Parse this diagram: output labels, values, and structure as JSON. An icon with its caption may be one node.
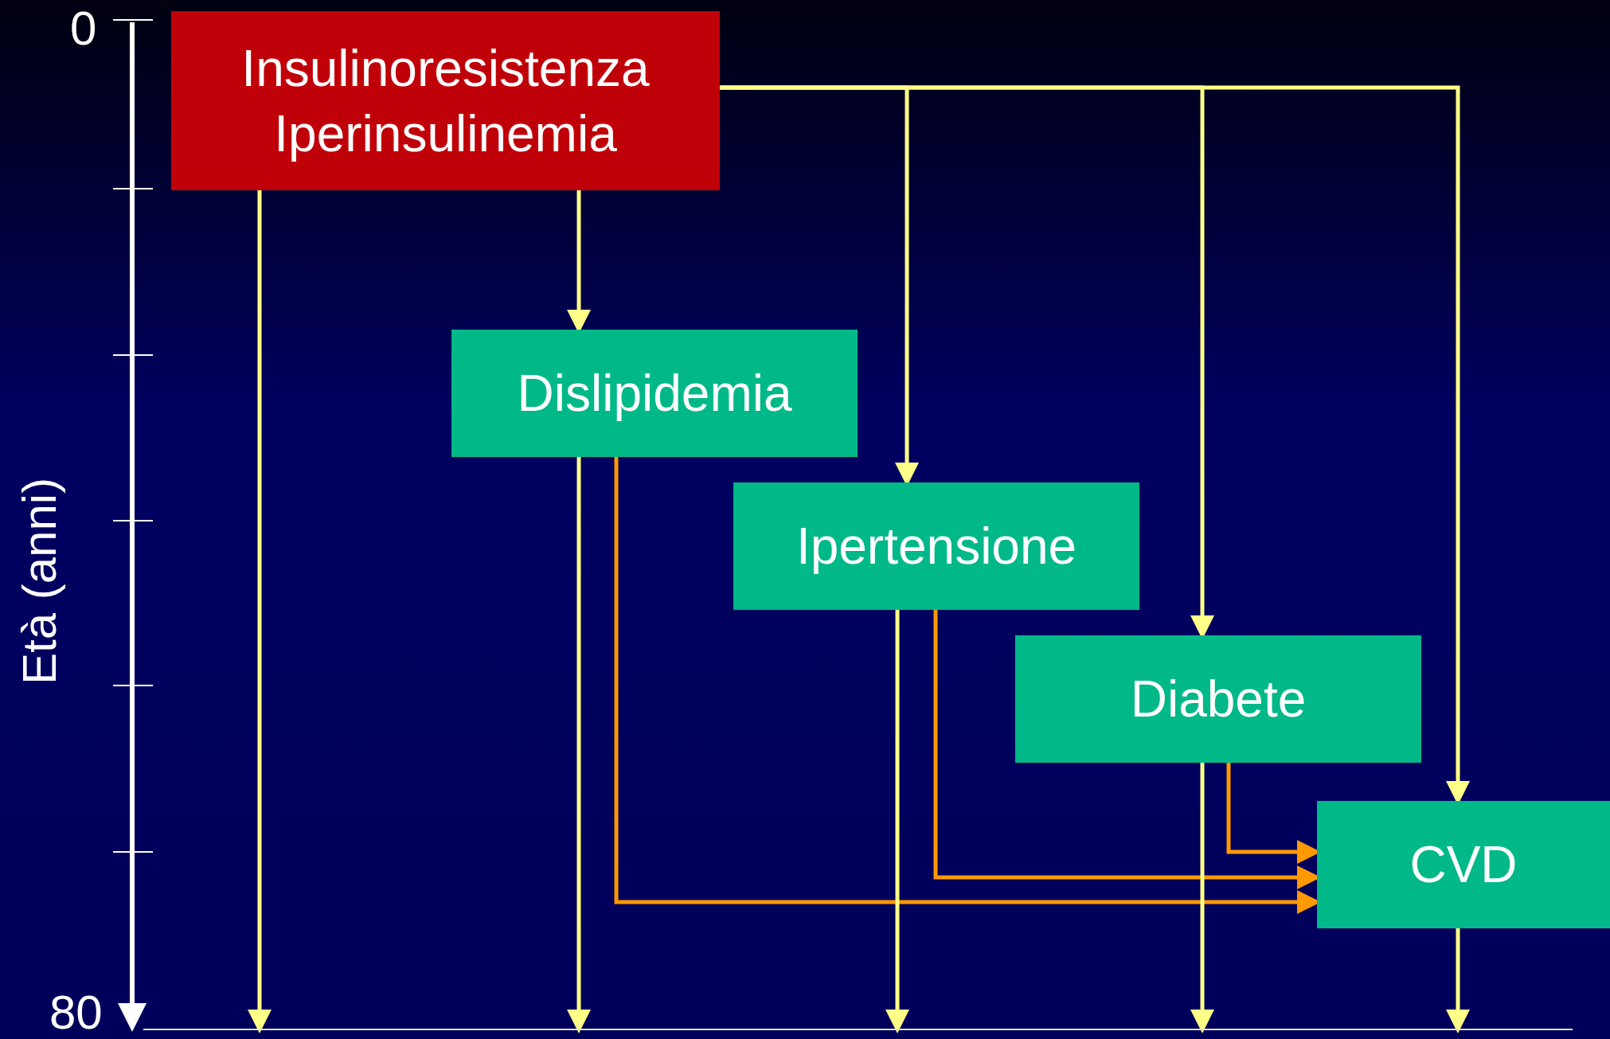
{
  "diagram": {
    "nodes": [
      {
        "text": [
          "Insulinoresistenza",
          "Iperinsulinemia"
        ]
      },
      {
        "text": [
          "Dislipidemia"
        ]
      },
      {
        "text": [
          "Ipertensione"
        ]
      },
      {
        "text": [
          "Diabete"
        ]
      },
      {
        "text": [
          "CVD"
        ]
      }
    ],
    "edges": [
      {
        "from": 0,
        "to": null,
        "arrow": "to"
      },
      {
        "from": 0,
        "to": 1,
        "arrow": "to"
      },
      {
        "from": 0,
        "to": 2,
        "arrow": "to"
      },
      {
        "from": 0,
        "to": 3,
        "arrow": "to"
      },
      {
        "from": 0,
        "to": 4,
        "arrow": "to"
      },
      {
        "from": 1,
        "to": null,
        "arrow": "to"
      },
      {
        "from": 1,
        "to": 4,
        "arrow": "to",
        "color": "#ff9900"
      },
      {
        "from": 2,
        "to": null,
        "arrow": "to"
      },
      {
        "from": 2,
        "to": 4,
        "arrow": "to",
        "color": "#ff9900"
      },
      {
        "from": 3,
        "to": null,
        "arrow": "to"
      },
      {
        "from": 3,
        "to": 4,
        "arrow": "to",
        "color": "#ff9900"
      },
      {
        "from": 4,
        "to": null,
        "arrow": "to"
      }
    ],
    "labels": [
      "0",
      "Età (anni)",
      "80"
    ]
  }
}
